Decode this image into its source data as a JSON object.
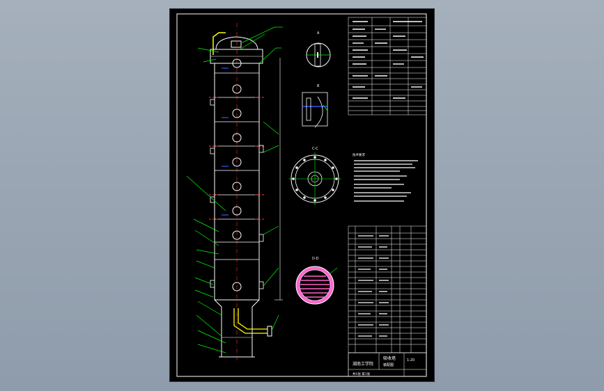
{
  "drawing": {
    "title_block": {
      "drawing_name": "吸收塔",
      "drawing_subtitle": "装配图",
      "organization": "湖南工学院",
      "scale": "1:20",
      "sheet": "共1张 第1张"
    },
    "technical_requirements": {
      "heading": "技术要求"
    },
    "section_labels": {
      "a": "A",
      "b": "B",
      "c": "C-C",
      "d": "D-D"
    }
  },
  "colors": {
    "sheet_bg": "#000000",
    "frame": "#ffffff",
    "outline": "#ffffff",
    "leader": "#00ff00",
    "dashed_center": "#ff3333",
    "accent_blue": "#3355ff",
    "hatch_magenta": "#ff66cc",
    "fill_yellow": "#ffff00"
  }
}
